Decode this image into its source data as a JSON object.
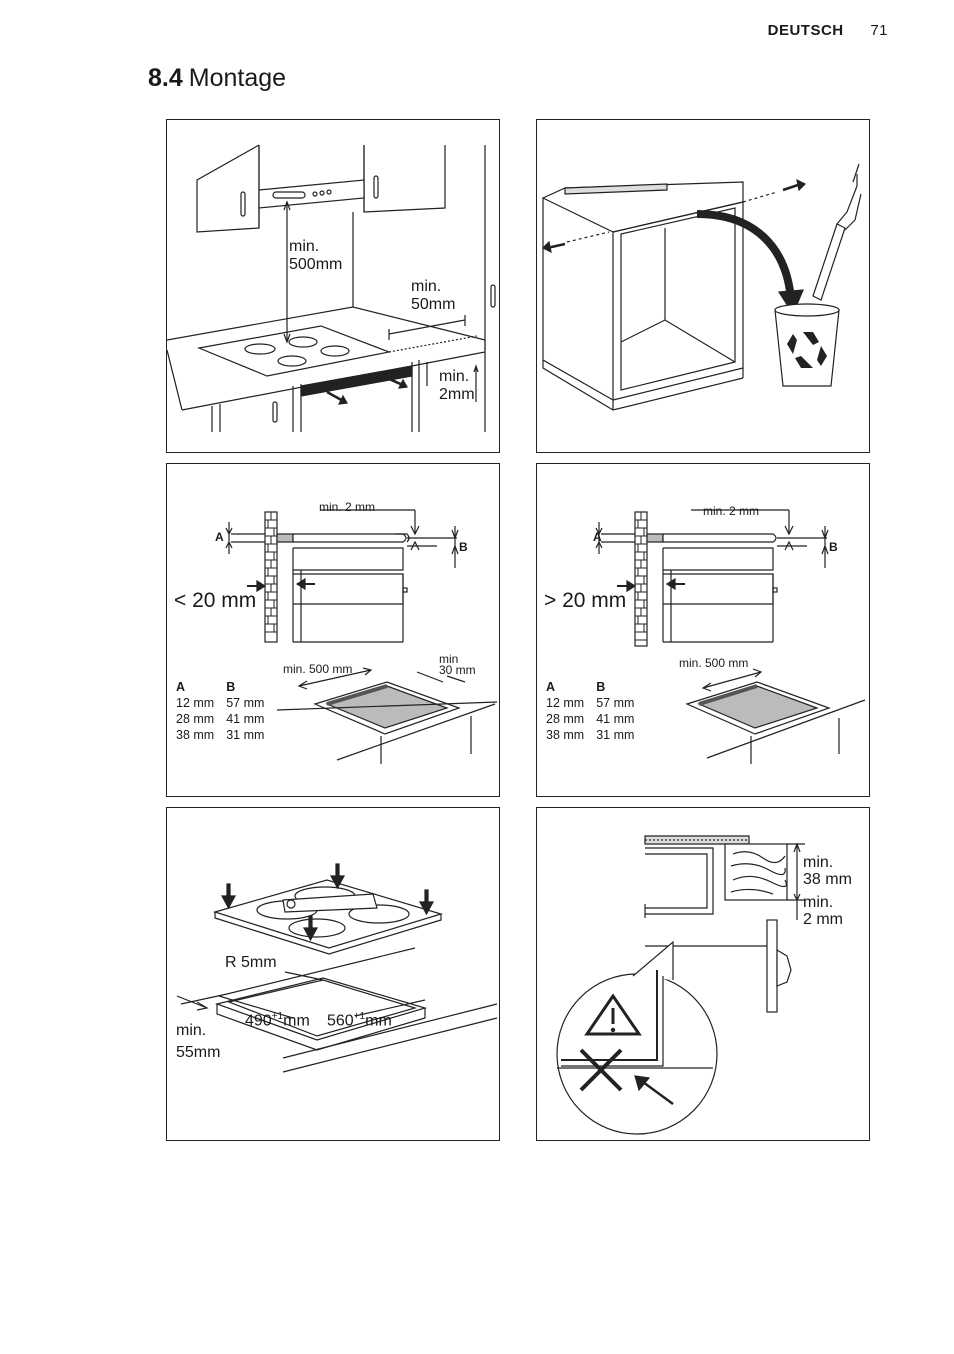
{
  "header": {
    "language": "DEUTSCH",
    "page_number": "71"
  },
  "section": {
    "number": "8.4",
    "title": "Montage"
  },
  "panel1": {
    "height_label": "min.\n500mm",
    "side_label": "min.\n50mm",
    "gap_label": "min.\n2mm"
  },
  "panel3": {
    "label_a": "A",
    "label_b": "B",
    "gap_label": "min. 2 mm",
    "distance_label": "< 20 mm",
    "depth_label": "min. 500 mm",
    "front_label": "min\n30 mm",
    "table": {
      "headers": [
        "A",
        "B"
      ],
      "rows": [
        [
          "12 mm",
          "57 mm"
        ],
        [
          "28 mm",
          "41 mm"
        ],
        [
          "38 mm",
          "31 mm"
        ]
      ]
    }
  },
  "panel4": {
    "label_a": "A",
    "label_b": "B",
    "gap_label": "min. 2 mm",
    "distance_label": "> 20 mm",
    "depth_label": "min. 500 mm",
    "table": {
      "headers": [
        "A",
        "B"
      ],
      "rows": [
        [
          "12 mm",
          "57 mm"
        ],
        [
          "28 mm",
          "41 mm"
        ],
        [
          "38 mm",
          "31 mm"
        ]
      ]
    }
  },
  "panel5": {
    "radius_label": "R 5mm",
    "width_base": "490",
    "width_tol": "+1",
    "width_unit": "mm",
    "depth_base": "560",
    "depth_tol": "+1",
    "depth_unit": "mm",
    "front_label": "min.\n55mm"
  },
  "panel6": {
    "thickness_label": "min.\n38 mm",
    "gap_label": "min.\n2 mm"
  }
}
